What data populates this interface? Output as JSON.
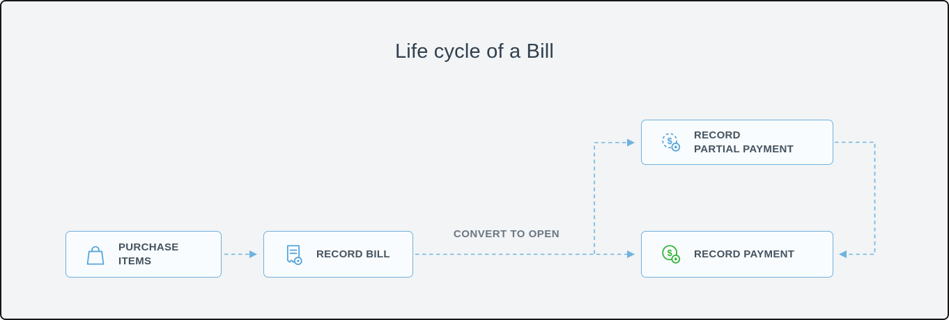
{
  "title": "Life cycle of a Bill",
  "connector_label": "CONVERT TO OPEN",
  "nodes": {
    "purchase_items": {
      "line1": "PURCHASE",
      "line2": "ITEMS",
      "icon": "shopping-bag-icon"
    },
    "record_bill": {
      "line1": "RECORD BILL",
      "icon": "bill-receipt-icon"
    },
    "record_partial_payment": {
      "line1": "RECORD",
      "line2": "PARTIAL PAYMENT",
      "icon": "partial-payment-dollar-icon"
    },
    "record_payment": {
      "line1": "RECORD PAYMENT",
      "icon": "payment-dollar-icon"
    }
  },
  "icons": {
    "dollar": "$"
  },
  "colors": {
    "background": "#f2f4f5",
    "frame_border": "#161616",
    "node_border": "#6fb0de",
    "node_background": "#f9fcfe",
    "node_text": "#45535f",
    "arrow_blue": "#70b3e0",
    "icon_blue": "#57a5da",
    "icon_green": "#35b53a",
    "connector_label_gray": "#6b7681",
    "title_color": "#30404f"
  }
}
